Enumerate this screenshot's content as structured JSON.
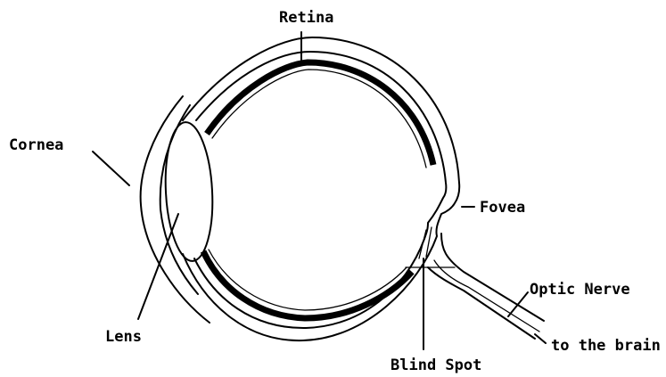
{
  "labels": {
    "retina": "Retina",
    "cornea": "Cornea",
    "fovea": "Fovea",
    "optic_nerve": "Optic Nerve",
    "to_brain": "to the brain",
    "lens": "Lens",
    "blind_spot": "Blind Spot"
  },
  "colors": {
    "ink": "#000000",
    "background": "#ffffff"
  }
}
